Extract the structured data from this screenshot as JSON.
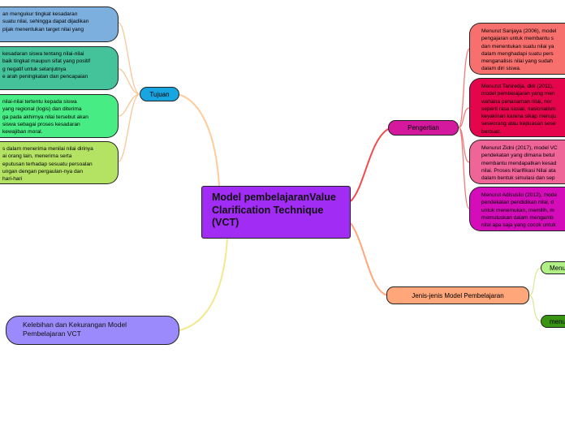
{
  "central": {
    "title": "Model pembelajaranValue Clarification Technique (VCT)"
  },
  "tujuan": {
    "label": "Tujuan",
    "items": [
      "an mengukur tingkat kesadaran\nsuatu nilai, sehingga dapat dijadikan\npijak menentukan target nilai yang",
      "kesadaran siswa tentang nilai-nilai\nbaik tingkat maupun sifat yang positif\ng negatif untuk selanjutnya\ne arah peningkatan dan pencapaian",
      "nilai-nilai tertentu kepada siswa\nyang regional (logis) dan diterima\nga pada akhirnya nilai tersebut akan\nsiswa sebagai proses kesadaran\nkewajiban moral.",
      "s dalam menerima menilai nilai dirinya\nai orang lain, menerima serta\neputusan terhadap sesuatu persoalan\nungan dengan pergaulan-nya dan\nhari-hari"
    ]
  },
  "kelebihan": {
    "label": "Kelebihan dan Kekurangan Model Pembelajaran VCT"
  },
  "pengertian": {
    "label": "Pengertian",
    "items": [
      "Menurut Sanjaya (2006), model\npengajaran untuk membantu s\ndan menentukan suatu nilai ya\ndalam menghadapi suatu pers\nmenganalisis nilai yang sudah\ndalam diri siswa.",
      "Menurut Taniredja, dkk (2011),\nmodel pembelajaran yang men\nwahana penanaman nilai, nor\nseperti rasa sosial, nasionalism\nkeyakinan karena sikap menuju\nseseorang atau kepuasan sese\nberbuat.",
      "Menurut Zidni (2017), model VC\npendekatan yang dimana betul\nmembantu mendapatkan kesad\nnilai. Proses Klarifikasi Nilai ata\ndalam bentuk simulasi dan sep",
      "Menurut Adisusilo (2012), mode\npendekatan pendidikan nilai, d\nuntuk menemukan, memilih, m\nmemutuskan dalam mengamb\nnilai apa saja yang cocok untuk"
    ]
  },
  "jenis": {
    "label": "Jenis-jenis Model Pembelajaran",
    "items": [
      "Menu",
      "menu"
    ]
  },
  "colors": {
    "central": "#a12cf3",
    "tujuan": "#18a5e0",
    "pengertian": "#d5199f",
    "jenis": "#ffa67b",
    "kelebihan": "#9b8afb",
    "tujuan_items": [
      "#7caede",
      "#44c29a",
      "#48ec84",
      "#b4e364"
    ],
    "pengertian_items": [
      "#f8706e",
      "#e5054d",
      "#f06597",
      "#d40cb9"
    ],
    "jenis_items": [
      "#b0f084",
      "#399414"
    ]
  }
}
